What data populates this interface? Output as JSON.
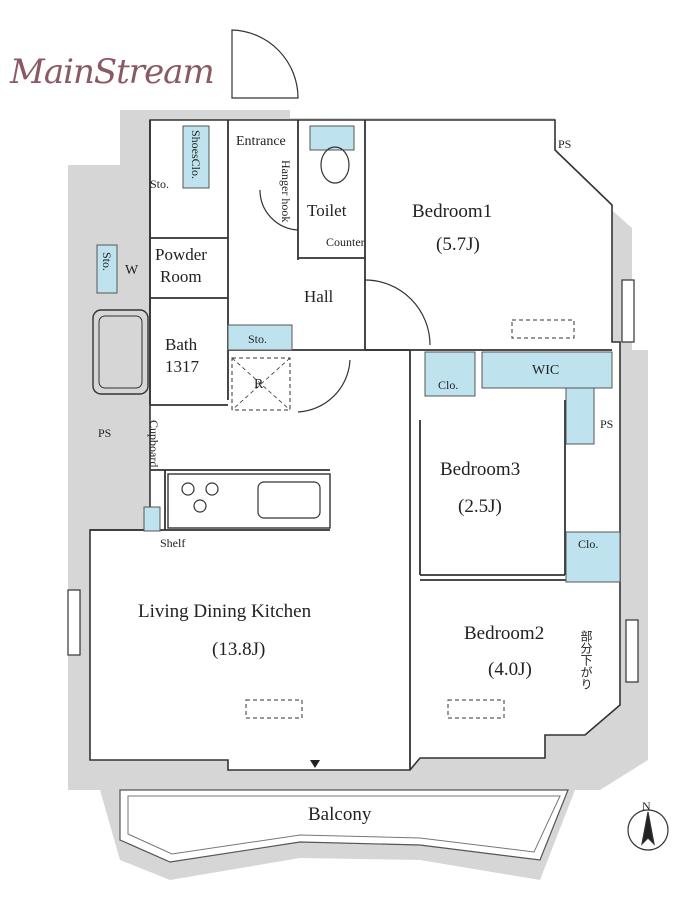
{
  "brand": {
    "logo_text": "MainStream"
  },
  "rooms": {
    "entrance": "Entrance",
    "shoes_closet": "ShoesClo.",
    "hanger_hook": "Hanger hook",
    "storage_left": "Sto.",
    "toilet": "Toilet",
    "ps": "PS",
    "counter": "Counter",
    "bedroom1_name": "Bedroom1",
    "bedroom1_size": "(5.7J)",
    "powder_room_line1": "Powder",
    "powder_room_line2": "Room",
    "storage_powder": "Sto.",
    "washer": "W",
    "hall": "Hall",
    "bath_name": "Bath",
    "bath_size": "1317",
    "storage_hall": "Sto.",
    "refrigerator": "R",
    "closet_bedroom3": "Clo.",
    "wic": "WIC",
    "cupboard": "Cupboard",
    "bedroom3_name": "Bedroom3",
    "bedroom3_size": "(2.5J)",
    "shelf": "Shelf",
    "closet_bedroom2": "Clo.",
    "ldk_name": "Living Dining Kitchen",
    "ldk_size": "(13.8J)",
    "bedroom2_name": "Bedroom2",
    "bedroom2_size": "(4.0J)",
    "bedroom2_vertical_note": "部分下がり",
    "balcony": "Balcony",
    "north": "N"
  },
  "colors": {
    "exterior_wall": "#d6d6d6",
    "storage_fill": "#bfe3ee",
    "wall_line": "#333333"
  }
}
